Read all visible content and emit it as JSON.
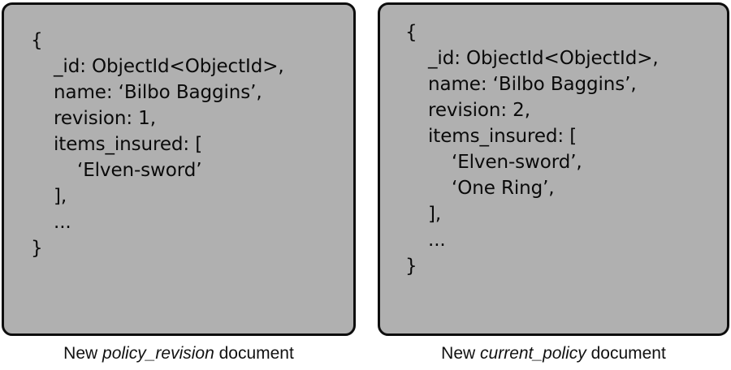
{
  "theme": {
    "background": "#ffffff",
    "card_fill": "#b0b0b0",
    "card_border": "#0d0d0d",
    "text": "#0a0a0a",
    "caption_text": "#111111"
  },
  "diagram": {
    "kind": "document-comparison",
    "cards": [
      {
        "id": "policy-revision",
        "code_lines": [
          {
            "indent": 0,
            "text": "{"
          },
          {
            "indent": 1,
            "text": "_id: ObjectId<ObjectId>,"
          },
          {
            "indent": 1,
            "text": "name: ‘Bilbo Baggins’,"
          },
          {
            "indent": 1,
            "text": "revision: 1,"
          },
          {
            "indent": 1,
            "text": "items_insured: ["
          },
          {
            "indent": 2,
            "text": "‘Elven-sword’"
          },
          {
            "indent": 1,
            "text": "],"
          },
          {
            "indent": 1,
            "text": "..."
          },
          {
            "indent": 0,
            "text": "}"
          }
        ],
        "caption": {
          "prefix": "New ",
          "emphasis": "policy_revision",
          "suffix": " document"
        }
      },
      {
        "id": "current-policy",
        "code_lines": [
          {
            "indent": 0,
            "text": "{"
          },
          {
            "indent": 1,
            "text": "_id: ObjectId<ObjectId>,"
          },
          {
            "indent": 1,
            "text": "name: ‘Bilbo Baggins’,"
          },
          {
            "indent": 1,
            "text": "revision: 2,"
          },
          {
            "indent": 1,
            "text": "items_insured: ["
          },
          {
            "indent": 2,
            "text": "‘Elven-sword’,"
          },
          {
            "indent": 2,
            "text": "‘One Ring’,"
          },
          {
            "indent": 1,
            "text": "],"
          },
          {
            "indent": 1,
            "text": "..."
          },
          {
            "indent": 0,
            "text": "}"
          }
        ],
        "caption": {
          "prefix": "New ",
          "emphasis": "current_policy",
          "suffix": " document"
        }
      }
    ]
  }
}
